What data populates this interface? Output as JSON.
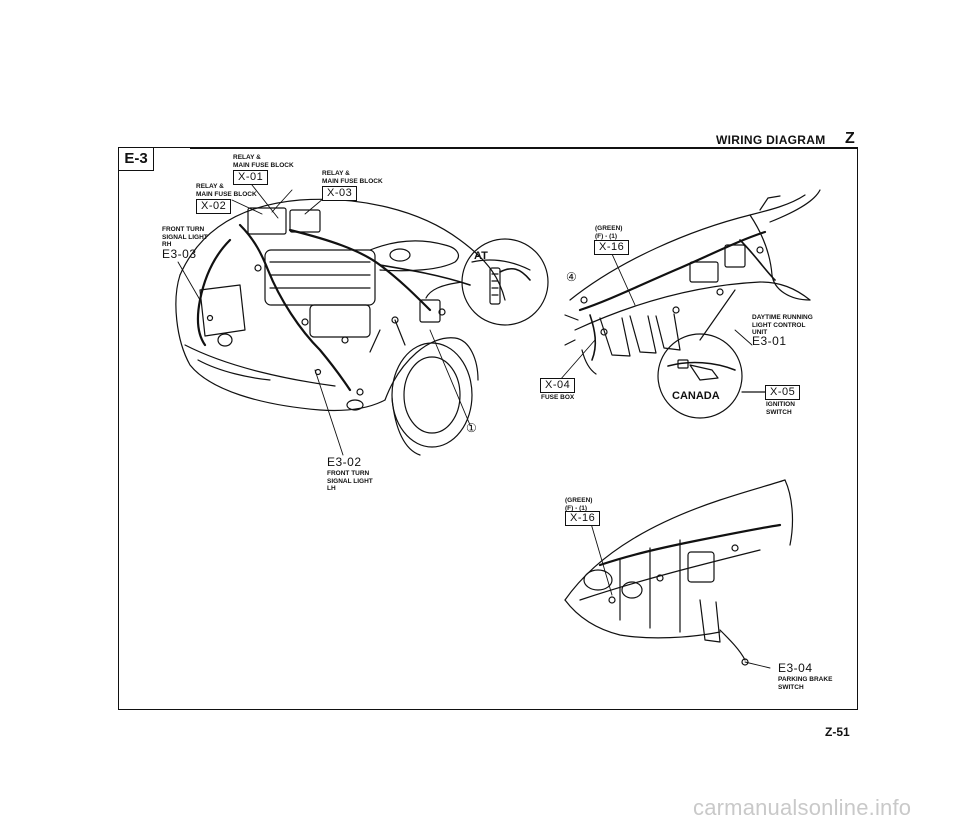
{
  "header": {
    "title": "WIRING DIAGRAM",
    "section_letter": "Z"
  },
  "section_tag": "E-3",
  "page_number": "Z-51",
  "watermark": "carmanualsonline.info",
  "engine_callouts": {
    "x01": {
      "label_lines": [
        "RELAY &",
        "MAIN FUSE BLOCK"
      ],
      "code": "X-01"
    },
    "x02": {
      "label_lines": [
        "RELAY &",
        "MAIN FUSE BLOCK"
      ],
      "code": "X-02"
    },
    "x03": {
      "label_lines": [
        "RELAY &",
        "MAIN FUSE BLOCK"
      ],
      "code": "X-03"
    },
    "e303": {
      "label_lines": [
        "FRONT TURN",
        "SIGNAL LIGHT",
        "RH"
      ],
      "code": "E3-03"
    },
    "e302": {
      "code": "E3-02",
      "label_lines": [
        "FRONT TURN",
        "SIGNAL LIGHT",
        "LH"
      ]
    },
    "at_inset": "AT",
    "marker_1": "①"
  },
  "dash_callouts": {
    "x16_top": {
      "label_lines": [
        "(GREEN)",
        "(F) - (1)"
      ],
      "code": "X-16"
    },
    "x04": {
      "code": "X-04",
      "label": "FUSE BOX"
    },
    "e301": {
      "label_lines": [
        "DAYTIME RUNNING",
        "LIGHT CONTROL",
        "UNIT"
      ],
      "code": "E3-01"
    },
    "x05": {
      "code": "X-05",
      "label_lines": [
        "IGNITION",
        "SWITCH"
      ]
    },
    "canada_inset": "CANADA",
    "marker_4": "④"
  },
  "lower_callouts": {
    "x16_bottom": {
      "label_lines": [
        "(GREEN)",
        "(F) - (1)"
      ],
      "code": "X-16"
    },
    "e304": {
      "code": "E3-04",
      "label_lines": [
        "PARKING BRAKE",
        "SWITCH"
      ]
    }
  }
}
